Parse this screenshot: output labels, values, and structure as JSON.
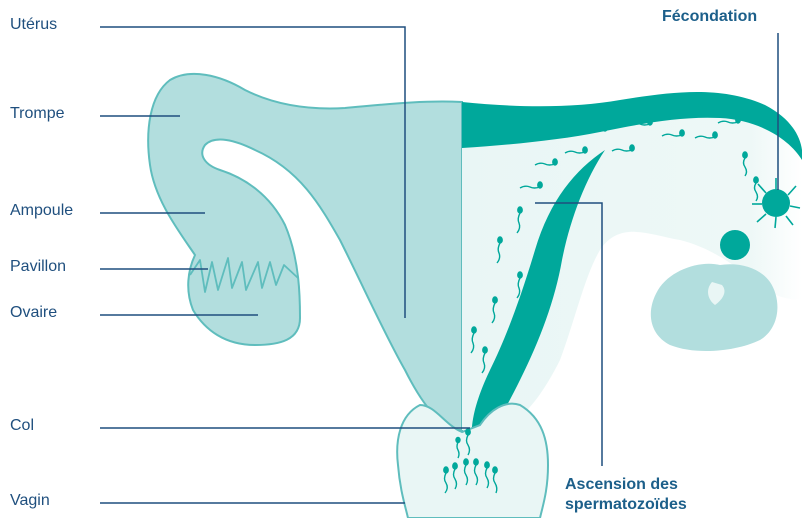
{
  "labels": {
    "uterus": "Utérus",
    "trompe": "Trompe",
    "ampoule": "Ampoule",
    "pavillon": "Pavillon",
    "ovaire": "Ovaire",
    "col": "Col",
    "vagin": "Vagin",
    "fecondation": "Fécondation",
    "ascension_line1": "Ascension des",
    "ascension_line2": "spermatozoïdes"
  },
  "colors": {
    "light_fill": "#b2dede",
    "light_stroke": "#5fbdbd",
    "dark_teal": "#00a89b",
    "pale_fill": "#e9f6f5",
    "leader_line": "#1f4f7e",
    "label_text": "#1f4f7e"
  }
}
